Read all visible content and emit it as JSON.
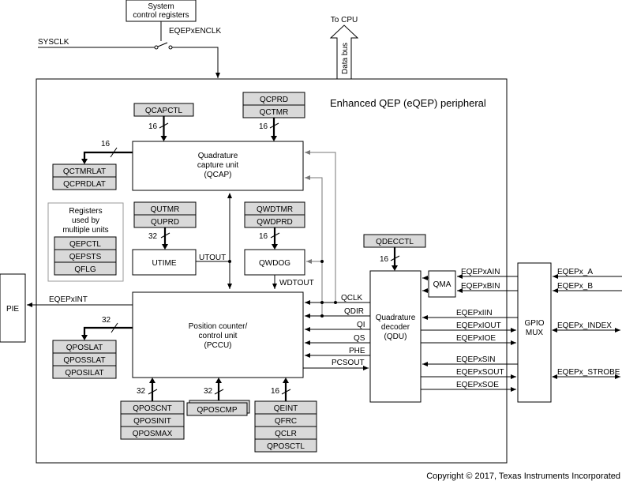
{
  "sysctrl": [
    "System",
    "control registers"
  ],
  "eqepxenclk": "EQEPxENCLK",
  "sysclk": "SYSCLK",
  "to_cpu": "To CPU",
  "data_bus": "Data bus",
  "peripheral_title": "Enhanced QEP (eQEP) peripheral",
  "qcapctl": "QCAPCTL",
  "qcprd": "QCPRD",
  "qctmr": "QCTMR",
  "qcap_unit": [
    "Quadrature",
    "capture unit",
    "(QCAP)"
  ],
  "qctmrlat": "QCTMRLAT",
  "qcprdlat": "QCPRDLAT",
  "multi_title": [
    "Registers",
    "used by",
    "multiple units"
  ],
  "qepctl": "QEPCTL",
  "qepsts": "QEPSTS",
  "qflg": "QFLG",
  "qutmr": "QUTMR",
  "quprd": "QUPRD",
  "utime": "UTIME",
  "utout": "UTOUT",
  "qwdtmr": "QWDTMR",
  "qwdprd": "QWDPRD",
  "qwdog": "QWDOG",
  "wdtout": "WDTOUT",
  "qdecctl": "QDECCTL",
  "qdu": [
    "Quadrature",
    "decoder",
    "(QDU)"
  ],
  "qma": "QMA",
  "pie": "PIE",
  "eqepxint": "EQEPxINT",
  "pccu": [
    "Position counter/",
    "control unit",
    "(PCCU)"
  ],
  "qposlat": "QPOSLAT",
  "qposslat": "QPOSSLAT",
  "qposilat": "QPOSILAT",
  "qposcnt": "QPOSCNT",
  "qposinit": "QPOSINIT",
  "qposmax": "QPOSMAX",
  "qposcmp": "QPOSCMP",
  "qeint": "QEINT",
  "qfrc": "QFRC",
  "qclr": "QCLR",
  "qposctl": "QPOSCTL",
  "sig_qclk": "QCLK",
  "sig_qdir": "QDIR",
  "sig_qi": "QI",
  "sig_qs": "QS",
  "sig_phe": "PHE",
  "sig_pcsout": "PCSOUT",
  "eqepxain": "EQEPxAIN",
  "eqepxbin": "EQEPxBIN",
  "eqepxiin": "EQEPxIIN",
  "eqepxiout": "EQEPxIOUT",
  "eqepxioe": "EQEPxIOE",
  "eqepxsin": "EQEPxSIN",
  "eqepxsout": "EQEPxSOUT",
  "eqepxsoe": "EQEPxSOE",
  "gpio_mux": [
    "GPIO",
    "MUX"
  ],
  "eqepx_a": "EQEPx_A",
  "eqepx_b": "EQEPx_B",
  "eqepx_index": "EQEPx_INDEX",
  "eqepx_strobe": "EQEPx_STROBE",
  "bw16": "16",
  "bw32": "32",
  "copyright": "Copyright © 2017, Texas Instruments Incorporated"
}
